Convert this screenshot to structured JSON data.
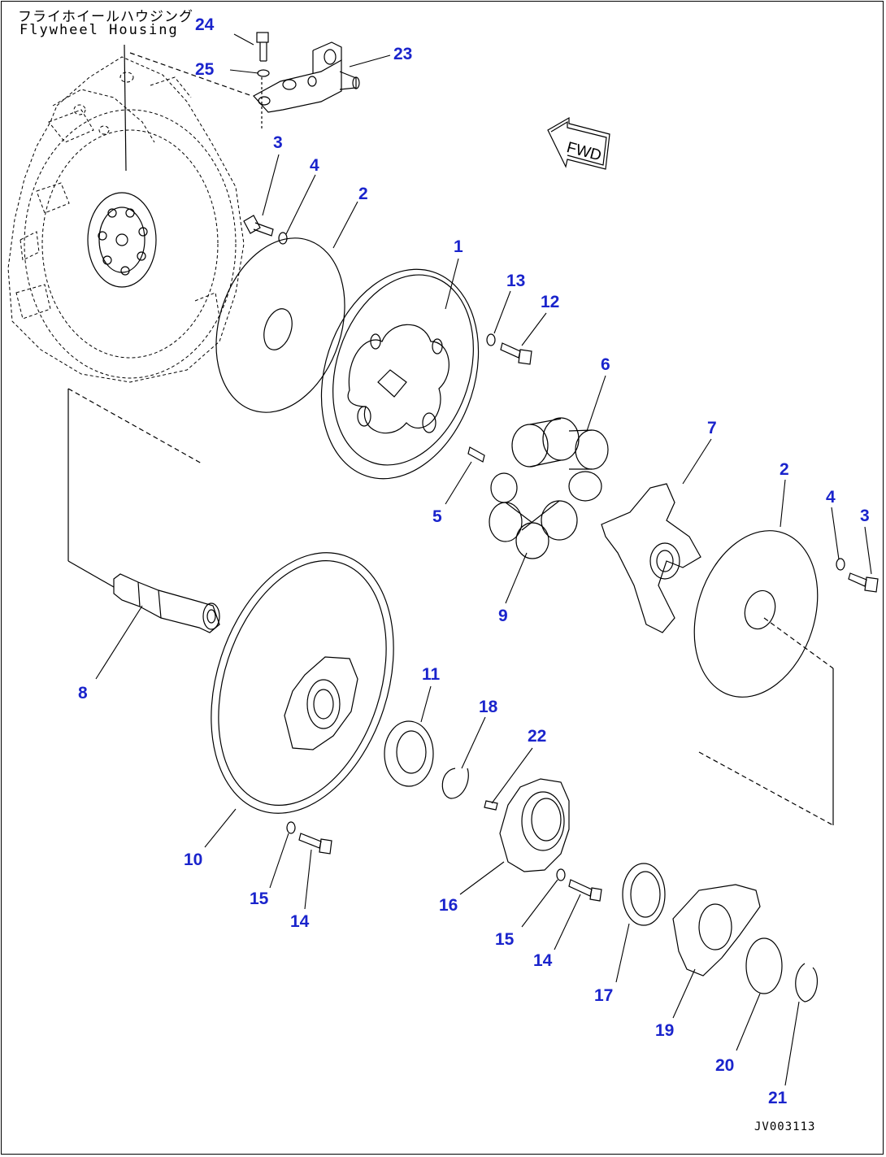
{
  "titles": {
    "jp": "フライホイールハウジング",
    "en": "Flywheel Housing"
  },
  "fwd_label": "FWD",
  "doc_code": "JV003113",
  "colors": {
    "callout": "#1a24cc",
    "line": "#000000",
    "background": "#ffffff"
  },
  "callouts": [
    {
      "id": "c24",
      "label": "24"
    },
    {
      "id": "c25",
      "label": "25"
    },
    {
      "id": "c23",
      "label": "23"
    },
    {
      "id": "c3a",
      "label": "3"
    },
    {
      "id": "c4a",
      "label": "4"
    },
    {
      "id": "c2a",
      "label": "2"
    },
    {
      "id": "c1",
      "label": "1"
    },
    {
      "id": "c13",
      "label": "13"
    },
    {
      "id": "c12",
      "label": "12"
    },
    {
      "id": "c6",
      "label": "6"
    },
    {
      "id": "c7",
      "label": "7"
    },
    {
      "id": "c5",
      "label": "5"
    },
    {
      "id": "c9",
      "label": "9"
    },
    {
      "id": "c2b",
      "label": "2"
    },
    {
      "id": "c4b",
      "label": "4"
    },
    {
      "id": "c3b",
      "label": "3"
    },
    {
      "id": "c8",
      "label": "8"
    },
    {
      "id": "c11",
      "label": "11"
    },
    {
      "id": "c18",
      "label": "18"
    },
    {
      "id": "c22",
      "label": "22"
    },
    {
      "id": "c10",
      "label": "10"
    },
    {
      "id": "c15a",
      "label": "15"
    },
    {
      "id": "c14a",
      "label": "14"
    },
    {
      "id": "c16",
      "label": "16"
    },
    {
      "id": "c15b",
      "label": "15"
    },
    {
      "id": "c14b",
      "label": "14"
    },
    {
      "id": "c17",
      "label": "17"
    },
    {
      "id": "c19",
      "label": "19"
    },
    {
      "id": "c20",
      "label": "20"
    },
    {
      "id": "c21",
      "label": "21"
    }
  ]
}
